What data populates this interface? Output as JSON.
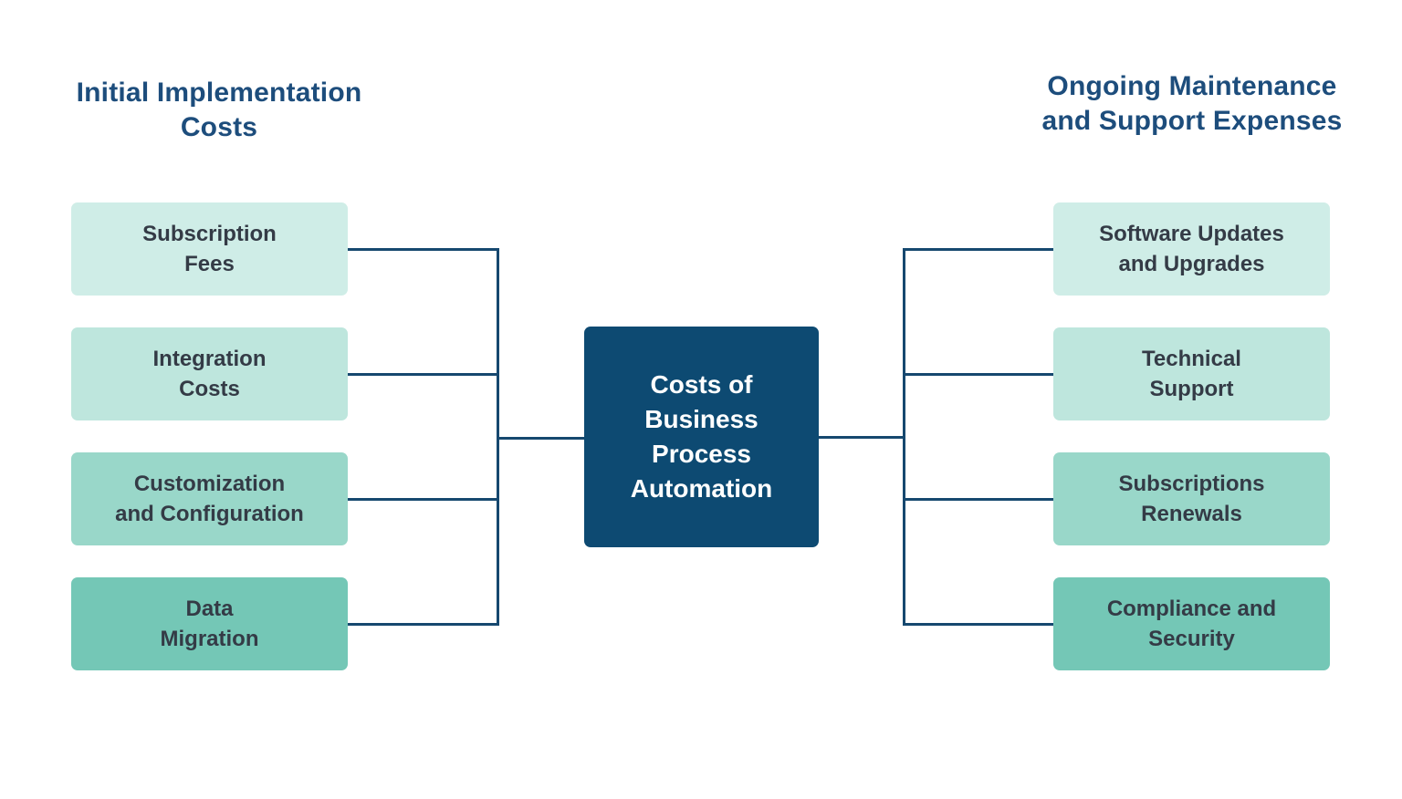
{
  "diagram": {
    "title": "Costs of Business Process Automation",
    "colors": {
      "background": "#ffffff",
      "heading_text": "#1d4d7c",
      "node_text": "#343b46",
      "center_fill": "#0d4a72",
      "center_text": "#ffffff",
      "connector": "#16486f",
      "node_fill_level_1": "#cfede7",
      "node_fill_level_2": "#bee6dd",
      "node_fill_level_3": "#99d7c9",
      "node_fill_level_4": "#74c7b6"
    },
    "center": {
      "line1": "Costs of",
      "line2": "Business",
      "line3": "Process",
      "line4": "Automation"
    },
    "left_group": {
      "title_line1": "Initial Implementation",
      "title_line2": "Costs",
      "items": [
        {
          "label": "Subscription Fees",
          "line1": "Subscription",
          "line2": "Fees",
          "bg": "#cfede7"
        },
        {
          "label": "Integration Costs",
          "line1": "Integration",
          "line2": "Costs",
          "bg": "#bee6dd"
        },
        {
          "label": "Customization and Configuration",
          "line1": "Customization",
          "line2": "and Configuration",
          "bg": "#99d7c9"
        },
        {
          "label": "Data Migration",
          "line1": "Data",
          "line2": "Migration",
          "bg": "#74c7b6"
        }
      ]
    },
    "right_group": {
      "title_line1": "Ongoing Maintenance",
      "title_line2": "and Support Expenses",
      "items": [
        {
          "label": "Software Updates and Upgrades",
          "line1": "Software Updates",
          "line2": "and Upgrades",
          "bg": "#cfede7"
        },
        {
          "label": "Technical Support",
          "line1": "Technical",
          "line2": "Support",
          "bg": "#bee6dd"
        },
        {
          "label": "Subscriptions Renewals",
          "line1": "Subscriptions",
          "line2": "Renewals",
          "bg": "#99d7c9"
        },
        {
          "label": "Compliance and Security",
          "line1": "Compliance and",
          "line2": "Security",
          "bg": "#74c7b6"
        }
      ]
    }
  }
}
